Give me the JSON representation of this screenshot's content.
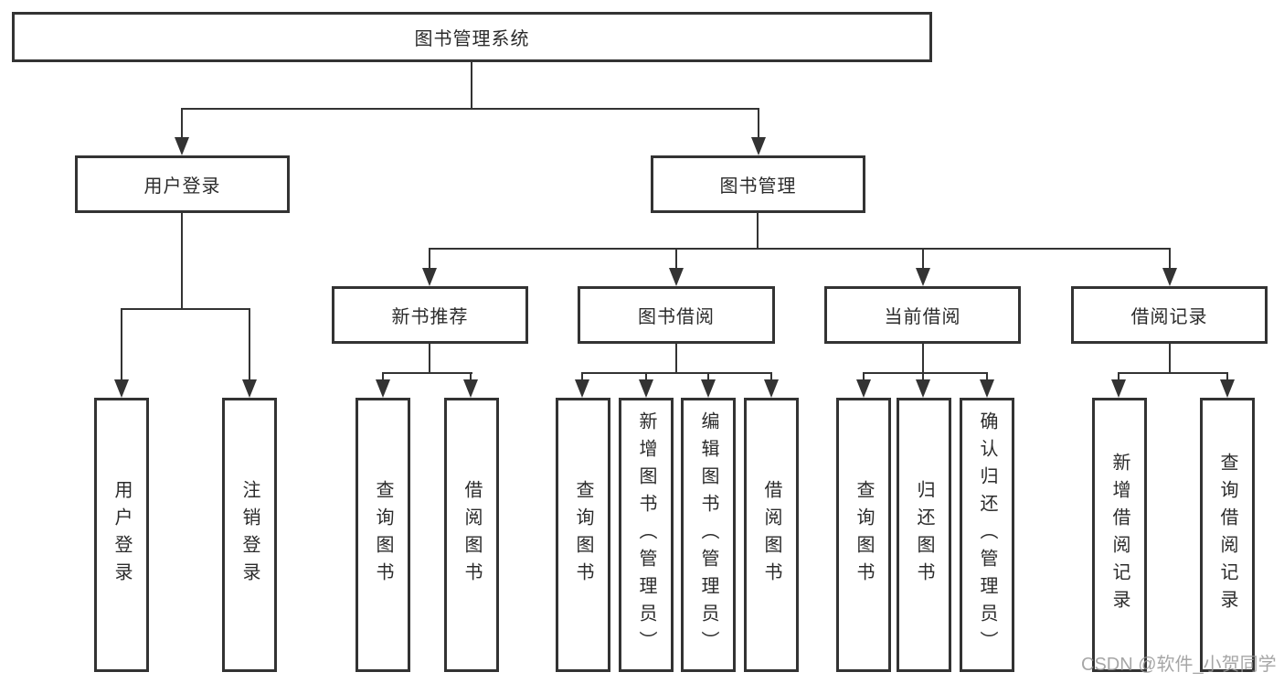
{
  "tree": {
    "root": "图书管理系统",
    "level2": [
      {
        "label": "用户登录",
        "children": [
          "用户登录",
          "注销登录"
        ]
      },
      {
        "label": "图书管理"
      }
    ],
    "level3": [
      {
        "label": "新书推荐",
        "children": [
          "查询图书",
          "借阅图书"
        ]
      },
      {
        "label": "图书借阅",
        "children": [
          "查询图书",
          "新增图书（管理员）",
          "编辑图书（管理员）",
          "借阅图书"
        ]
      },
      {
        "label": "当前借阅",
        "children": [
          "查询图书",
          "归还图书",
          "确认归还（管理员）"
        ]
      },
      {
        "label": "借阅记录",
        "children": [
          "新增借阅记录",
          "查询借阅记录"
        ]
      }
    ]
  },
  "watermark": {
    "text": "CSDN @软件_小贺同学"
  },
  "colors": {
    "line": "#333333",
    "text": "#2b2b2b",
    "background": "#ffffff",
    "watermark": "#969696"
  }
}
